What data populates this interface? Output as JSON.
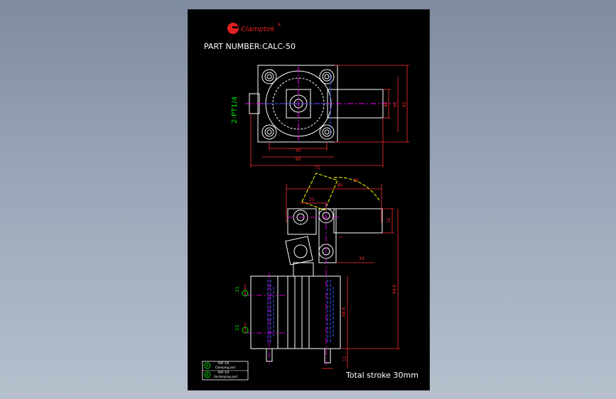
{
  "logo": {
    "brand": "Clamptek",
    "mark": "®"
  },
  "drawing": {
    "part_number_label": "PART NUMBER:",
    "part_number": "CALC-50",
    "port_label": "2-PT1/4",
    "footer": "Total stroke 30mm"
  },
  "dims_top": {
    "d40a": "40",
    "d60": "60",
    "d82": "82",
    "d40b": "40",
    "d60b": "60",
    "d71": "71"
  },
  "dims_side": {
    "d35": "35",
    "d25": "25",
    "d85": "85",
    "d10": "10",
    "d7": "7",
    "d34": "34",
    "d94": "94.6",
    "d11a": "11",
    "d11b": "11",
    "d68": "68.6",
    "d11c": "11"
  },
  "legend": [
    {
      "symbol": "A",
      "code": "RAF-1/4",
      "text": "Clamping port"
    },
    {
      "symbol": "B",
      "code": "RAF-1/4",
      "text": "Unclamping port"
    }
  ],
  "colors": {
    "sheet": "#000000",
    "lines": "#ffffff",
    "dims": "#ff3030",
    "center": "#ff00ff",
    "hidden": "#3a5bff",
    "green": "#00e000",
    "yellow": "#ffff00",
    "brand": "#e02020"
  }
}
